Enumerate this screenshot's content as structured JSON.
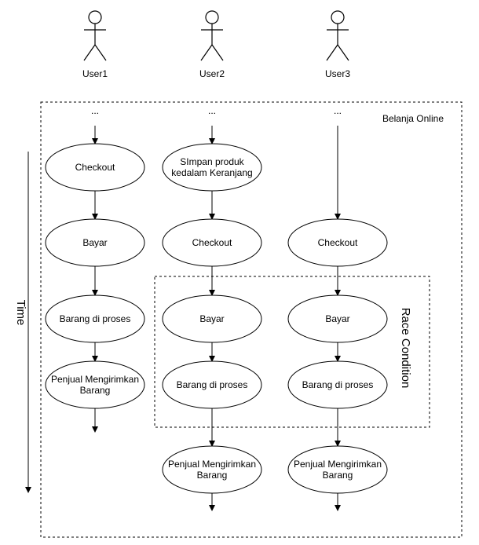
{
  "actors": [
    {
      "id": "u1",
      "label": "User1"
    },
    {
      "id": "u2",
      "label": "User2"
    },
    {
      "id": "u3",
      "label": "User3"
    }
  ],
  "containers": {
    "main": "Belanja Online",
    "race": "Race Condition"
  },
  "time_axis": "Time",
  "ellipsis": "...",
  "lanes": [
    {
      "nodes": [
        "Checkout",
        "Bayar",
        "Barang di proses",
        "Penjual Mengirimkan\nBarang"
      ]
    },
    {
      "nodes": [
        "SImpan produk\nkedalam Keranjang",
        "Checkout",
        "Bayar",
        "Barang di proses",
        "Penjual Mengirimkan\nBarang"
      ]
    },
    {
      "nodes": [
        "Checkout",
        "Bayar",
        "Barang di proses",
        "Penjual Mengirimkan\nBarang"
      ]
    }
  ]
}
